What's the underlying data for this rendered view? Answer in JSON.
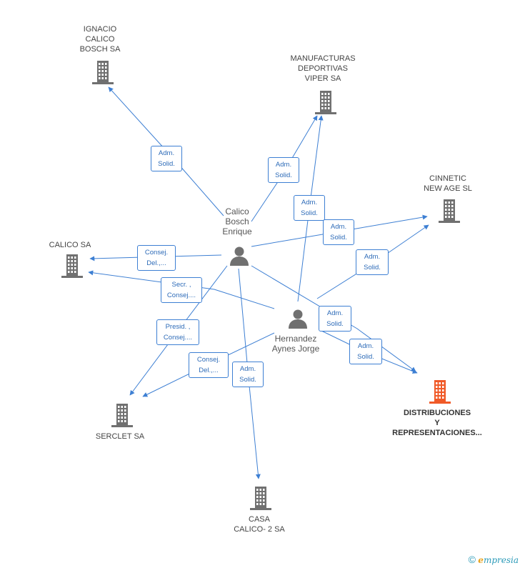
{
  "colors": {
    "edge": "#3d7fd3",
    "building": "#707070",
    "building_highlight": "#f05a28",
    "person": "#707070"
  },
  "companies": {
    "ignacio": "IGNACIO\nCALICO\nBOSCH SA",
    "manufacturas": "MANUFACTURAS\nDEPORTIVAS\nVIPER SA",
    "cinnetic": "CINNETIC\nNEW AGE  SL",
    "calico": "CALICO SA",
    "distribuciones": "DISTRIBUCIONES\nY\nREPRESENTACIONES...",
    "serclet": "SERCLET SA",
    "casa": "CASA\nCALICO- 2 SA"
  },
  "people": {
    "calico_bosch": "Calico\nBosch\nEnrique",
    "hernandez": "Hernandez\nAynes Jorge"
  },
  "badges": {
    "b1": "Adm.\nSolid.",
    "b2": "Adm.\nSolid.",
    "b3": "Adm.\nSolid.",
    "b4": "Adm.\nSolid.",
    "b5": "Consej.\nDel.,...",
    "b6": "Adm.\nSolid.",
    "b7": "Secr. ,\nConsej....",
    "b8": "Adm.\nSolid.",
    "b9": "Presid. ,\nConsej....",
    "b10": "Adm.\nSolid.",
    "b11": "Consej.\nDel.,...",
    "b12": "Adm.\nSolid."
  },
  "footer": {
    "copyright": "©",
    "brand_initial": "e",
    "brand_rest": "mpresia"
  }
}
